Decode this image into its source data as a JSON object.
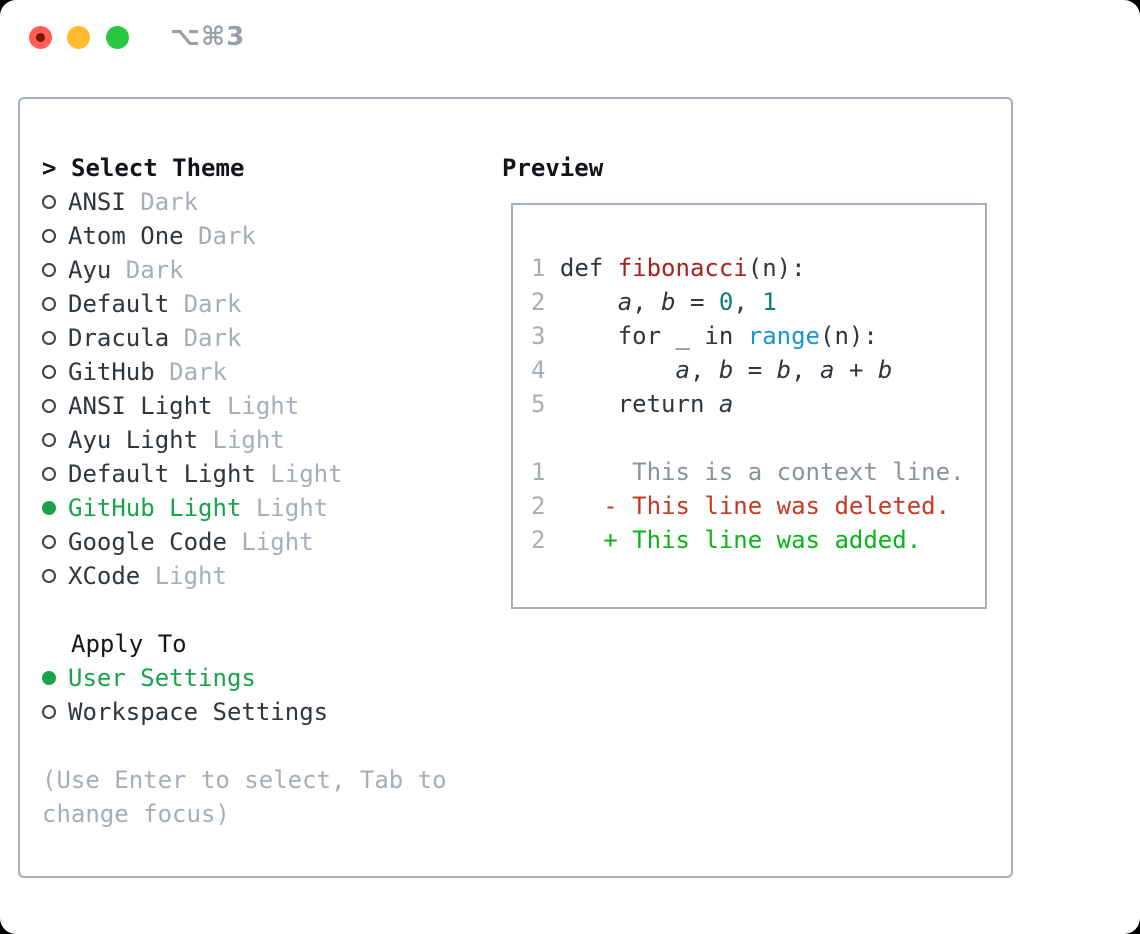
{
  "window": {
    "title": "⌥⌘3",
    "traffic_lights": [
      "close",
      "minimize",
      "zoom"
    ]
  },
  "colors": {
    "accent_green": "#19a34a",
    "added_green": "#0bb419",
    "deleted_red": "#c43a22",
    "function_red": "#a8221f",
    "number_teal": "#0e7f78",
    "builtin_blue": "#1795d3",
    "text_dark": "#2f363d",
    "muted_gray": "#a6aeb8",
    "border_gray": "#a7afb9",
    "traffic_red": "#ff5d55",
    "traffic_yellow": "#febb2e",
    "traffic_green": "#28c73f"
  },
  "theme_list": {
    "header_prefix": ">",
    "header": "Select Theme",
    "items": [
      {
        "label": "ANSI",
        "variant": "Dark",
        "selected": false
      },
      {
        "label": "Atom One",
        "variant": "Dark",
        "selected": false
      },
      {
        "label": "Ayu",
        "variant": "Dark",
        "selected": false
      },
      {
        "label": "Default",
        "variant": "Dark",
        "selected": false
      },
      {
        "label": "Dracula",
        "variant": "Dark",
        "selected": false
      },
      {
        "label": "GitHub",
        "variant": "Dark",
        "selected": false
      },
      {
        "label": "ANSI Light",
        "variant": "Light",
        "selected": false
      },
      {
        "label": "Ayu Light",
        "variant": "Light",
        "selected": false
      },
      {
        "label": "Default Light",
        "variant": "Light",
        "selected": false
      },
      {
        "label": "GitHub Light",
        "variant": "Light",
        "selected": true
      },
      {
        "label": "Google Code",
        "variant": "Light",
        "selected": false
      },
      {
        "label": "XCode",
        "variant": "Light",
        "selected": false
      }
    ]
  },
  "apply_to": {
    "header": "Apply To",
    "options": [
      {
        "label": "User Settings",
        "selected": true
      },
      {
        "label": "Workspace Settings",
        "selected": false
      }
    ]
  },
  "hint": "(Use Enter to select, Tab to change focus)",
  "preview": {
    "header": "Preview",
    "lines": [
      {
        "num": "1",
        "segments": [
          {
            "t": "def ",
            "c": "code"
          },
          {
            "t": "fibonacci",
            "c": "fn"
          },
          {
            "t": "(n):",
            "c": "code"
          }
        ]
      },
      {
        "num": "2",
        "segments": [
          {
            "t": "    ",
            "c": "code"
          },
          {
            "t": "a",
            "c": "var"
          },
          {
            "t": ", ",
            "c": "code"
          },
          {
            "t": "b",
            "c": "var"
          },
          {
            "t": " = ",
            "c": "code"
          },
          {
            "t": "0",
            "c": "num"
          },
          {
            "t": ", ",
            "c": "code"
          },
          {
            "t": "1",
            "c": "num"
          }
        ]
      },
      {
        "num": "3",
        "segments": [
          {
            "t": "    for _ in ",
            "c": "code"
          },
          {
            "t": "range",
            "c": "builtin"
          },
          {
            "t": "(n):",
            "c": "code"
          }
        ]
      },
      {
        "num": "4",
        "segments": [
          {
            "t": "        ",
            "c": "code"
          },
          {
            "t": "a",
            "c": "var"
          },
          {
            "t": ", ",
            "c": "code"
          },
          {
            "t": "b",
            "c": "var"
          },
          {
            "t": " = ",
            "c": "code"
          },
          {
            "t": "b",
            "c": "var"
          },
          {
            "t": ", ",
            "c": "code"
          },
          {
            "t": "a",
            "c": "var"
          },
          {
            "t": " + ",
            "c": "code"
          },
          {
            "t": "b",
            "c": "var"
          }
        ]
      },
      {
        "num": "5",
        "segments": [
          {
            "t": "    return ",
            "c": "code"
          },
          {
            "t": "a",
            "c": "var"
          }
        ]
      },
      {
        "num": "",
        "segments": []
      },
      {
        "num": "1",
        "segments": [
          {
            "t": "     This is a context line.",
            "c": "ctx"
          }
        ]
      },
      {
        "num": "2",
        "segments": [
          {
            "t": "   ",
            "c": "plain"
          },
          {
            "t": "- This line was deleted.",
            "c": "del"
          }
        ]
      },
      {
        "num": "2",
        "segments": [
          {
            "t": "   ",
            "c": "plain"
          },
          {
            "t": "+ This line was added.",
            "c": "add"
          }
        ]
      }
    ]
  }
}
